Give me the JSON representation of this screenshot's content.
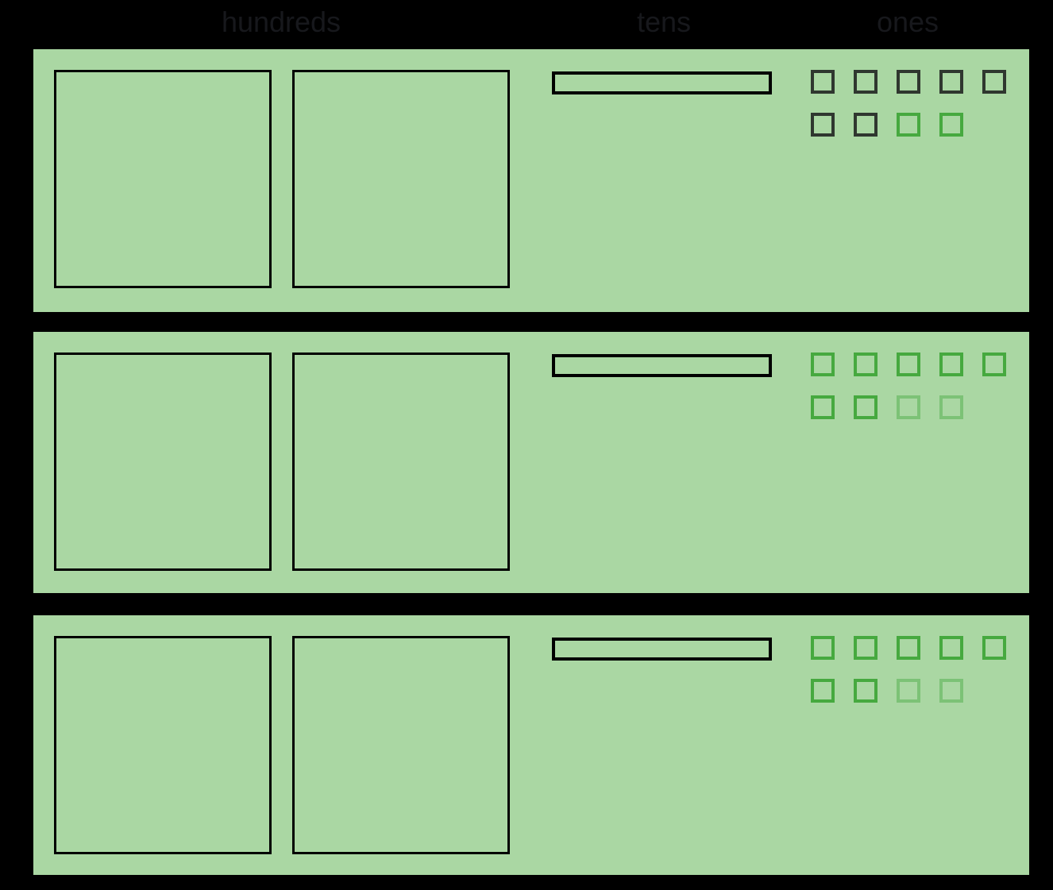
{
  "header": {
    "labels": [
      "hundreds",
      "tens",
      "ones"
    ]
  },
  "colors": {
    "page_bg": "#000000",
    "header_text": "#17181c",
    "panel_bg": "#aad7a3",
    "outline_black": "#000000",
    "one_dark": "#2f372f",
    "one_green": "#46a93f",
    "one_faded": "#7cc276"
  },
  "panels": [
    {
      "label": "row-1",
      "hundreds_count": 2,
      "tens_count": 1,
      "ones_rows": [
        [
          "dark",
          "dark",
          "dark",
          "dark",
          "dark"
        ],
        [
          "dark",
          "dark",
          "green",
          "green"
        ]
      ],
      "value_shown": {
        "hundreds": 2,
        "tens": 1,
        "ones": 9,
        "total": 219
      }
    },
    {
      "label": "row-2",
      "hundreds_count": 2,
      "tens_count": 1,
      "ones_rows": [
        [
          "green",
          "green",
          "green",
          "green",
          "green"
        ],
        [
          "green",
          "green",
          "faded",
          "faded"
        ]
      ],
      "value_shown": {
        "hundreds": 2,
        "tens": 1,
        "ones": 9,
        "total": 219
      }
    },
    {
      "label": "row-3",
      "hundreds_count": 2,
      "tens_count": 1,
      "ones_rows": [
        [
          "green",
          "green",
          "green",
          "green",
          "green"
        ],
        [
          "green",
          "green",
          "faded",
          "faded"
        ]
      ],
      "value_shown": {
        "hundreds": 2,
        "tens": 1,
        "ones": 9,
        "total": 219
      }
    }
  ]
}
